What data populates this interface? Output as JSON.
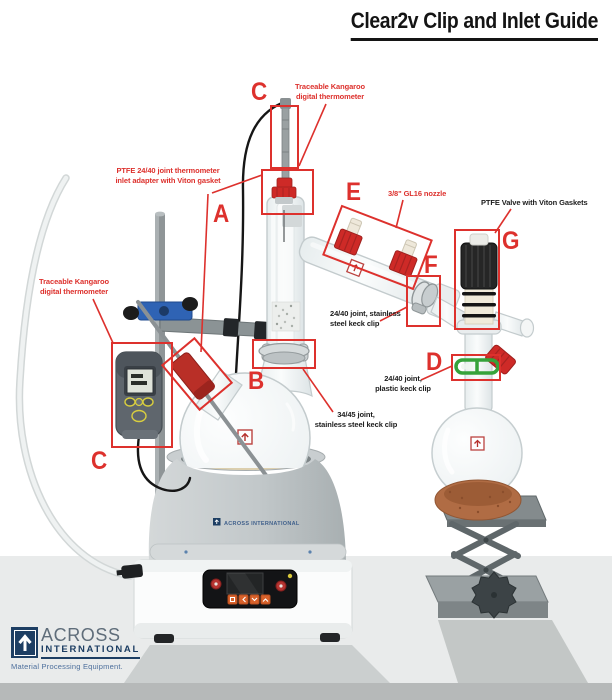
{
  "title": "Clear2v Clip and Inlet Guide",
  "callouts": {
    "top_thermo": {
      "letter": "C",
      "label": "Traceable Kangaroo\ndigital thermometer"
    },
    "inlet_adapter": {
      "letter": "A",
      "label": "PTFE 24/40 joint thermometer\ninlet adapter with Viton gasket"
    },
    "nozzle": {
      "letter": "E",
      "label": "3/8\" GL16 nozzle"
    },
    "valve": {
      "letter": "G",
      "label": "PTFE Valve with Viton Gaskets"
    },
    "keck_f": {
      "letter": "F",
      "label": "24/40 joint, stainless\nsteel keck clip"
    },
    "keck_d": {
      "letter": "D",
      "label": "24/40 joint,\nplastic keck clip"
    },
    "keck_b": {
      "letter": "B",
      "label": "34/45 joint,\nstainless steel keck clip"
    },
    "handheld": {
      "letter": "C",
      "label": "Traceable Kangaroo\ndigital thermometer"
    }
  },
  "branding": {
    "logo_word": "ACROSS",
    "logo_word2": "INTERNATIONAL",
    "tagline": "Material Processing Equipment.",
    "mantle_label": "ACROSS INTERNATIONAL"
  },
  "colors": {
    "accent_red": "#dd312d",
    "navy": "#1d3e63"
  }
}
